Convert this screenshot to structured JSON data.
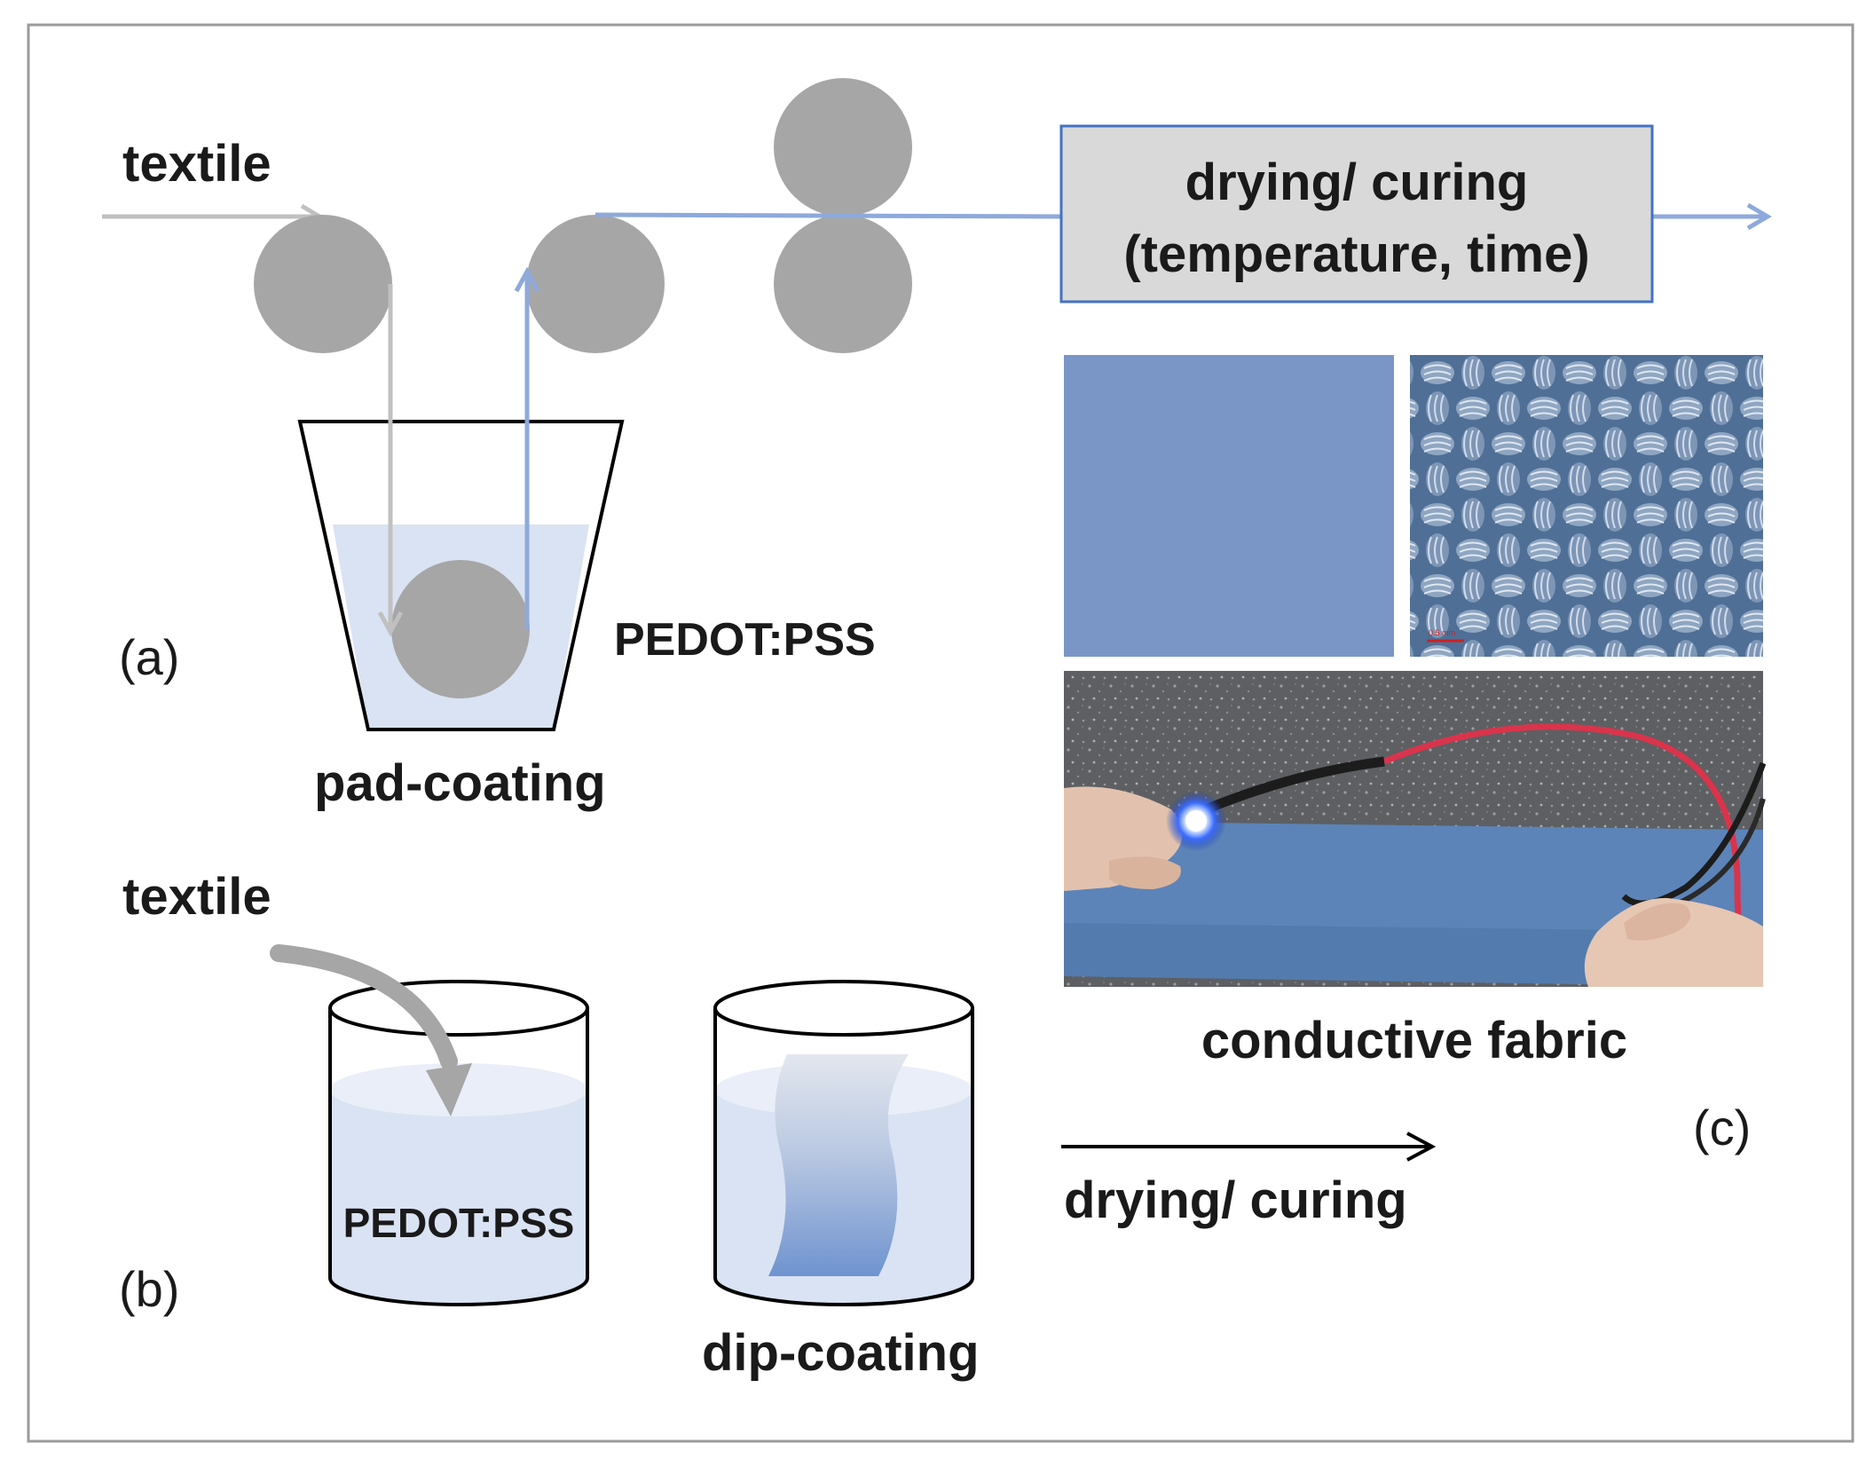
{
  "colors": {
    "roller": "#a6a6a6",
    "fabric_path_in": "#c0c0c0",
    "fabric_path_out": "#8ea9db",
    "liquid": "#dae3f3",
    "dryer_fill": "#d9d9d9",
    "dryer_stroke": "#4472c4",
    "fabric_blue": "#5c84b8"
  },
  "panel_a": {
    "input_label": "textile",
    "bath_label": "PEDOT:PSS",
    "process_label": "pad-coating",
    "dryer_line1": "drying/ curing",
    "dryer_line2": "(temperature, time)",
    "panel_label": "(a)"
  },
  "panel_b": {
    "input_label": "textile",
    "bath_label": "PEDOT:PSS",
    "process_label": "dip-coating",
    "arrow_label": "drying/ curing",
    "panel_label": "(b)"
  },
  "panel_c": {
    "caption": "conductive fabric",
    "panel_label": "(c)",
    "scale_bar_text": "0.5 mm"
  }
}
